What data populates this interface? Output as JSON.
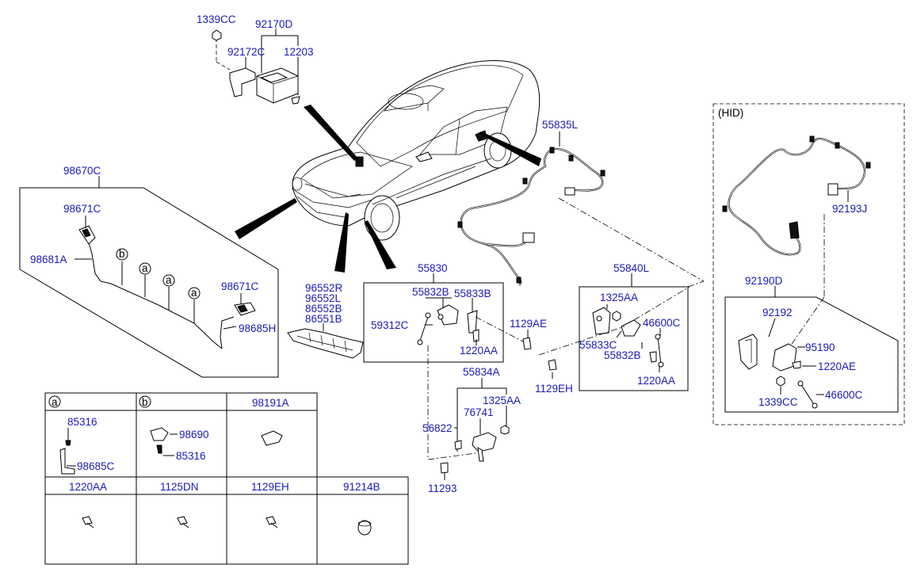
{
  "labels": {
    "l1339CC_top": "1339CC",
    "l92170D": "92170D",
    "l92172C": "92172C",
    "l12203": "12203",
    "l98670C": "98670C",
    "l98671C_a": "98671C",
    "l98681A": "98681A",
    "l98671C_b": "98671C",
    "l98685H": "98685H",
    "l96552R": "96552R",
    "l96552L": "96552L",
    "l86552B": "86552B",
    "l86551B": "86551B",
    "l55830": "55830",
    "l55832B_a": "55832B",
    "l55833B": "55833B",
    "l59312C": "59312C",
    "l1220AA_a": "1220AA",
    "l1129AE": "1129AE",
    "l55834A": "55834A",
    "l1325AA_a": "1325AA",
    "l76741": "76741",
    "l56822": "56822",
    "l11293": "11293",
    "l1129EH": "1129EH",
    "l55835L": "55835L",
    "l55840L": "55840L",
    "l1325AA_b": "1325AA",
    "l46600C_a": "46600C",
    "l55833C": "55833C",
    "l55832B_b": "55832B",
    "l1220AA_b": "1220AA",
    "hid": "(HID)",
    "l92193J": "92193J",
    "l92190D": "92190D",
    "l92192": "92192",
    "l95190": "95190",
    "l1220AE": "1220AE",
    "l1339CC_b": "1339CC",
    "l46600C_b": "46600C",
    "callout_a1": "a",
    "callout_a2": "a",
    "callout_a3": "a",
    "callout_b1": "b"
  },
  "table": {
    "cell_a": "a",
    "cell_b": "b",
    "h98191A": "98191A",
    "p85316_a": "85316",
    "p98685C": "98685C",
    "p98690": "98690",
    "p85316_b": "85316",
    "h1220AA": "1220AA",
    "h1125DN": "1125DN",
    "h1129EH": "1129EH",
    "h91214B": "91214B"
  }
}
